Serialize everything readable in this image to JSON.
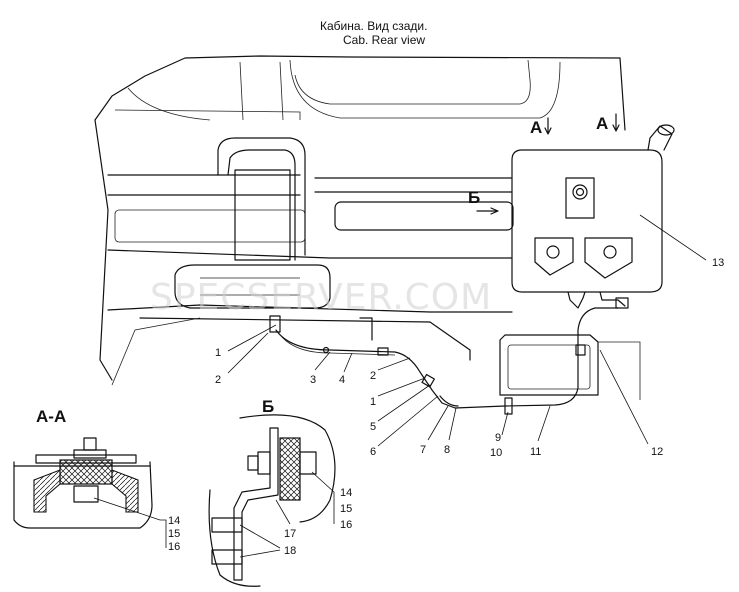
{
  "title": {
    "ru": "Кабина. Вид сзади.",
    "en": "Cab. Rear view"
  },
  "view_markers": {
    "a1": "А",
    "a2": "А",
    "b": "Б"
  },
  "section_titles": {
    "section_aa": "А-А",
    "view_b": "Б"
  },
  "watermark": "SPECSERVER.COM",
  "callouts": {
    "c1a": "1",
    "c2a": "2",
    "c3": "3",
    "c4": "4",
    "c2b": "2",
    "c1b": "1",
    "c5": "5",
    "c6": "6",
    "c7": "7",
    "c8": "8",
    "c9": "9",
    "c10": "10",
    "c11": "11",
    "c12": "12",
    "c13": "13"
  },
  "detail_aa_callouts": {
    "c14": "14",
    "c15": "15",
    "c16": "16"
  },
  "detail_b_callouts": {
    "c14": "14",
    "c15": "15",
    "c16": "16",
    "c17": "17",
    "c18": "18"
  }
}
